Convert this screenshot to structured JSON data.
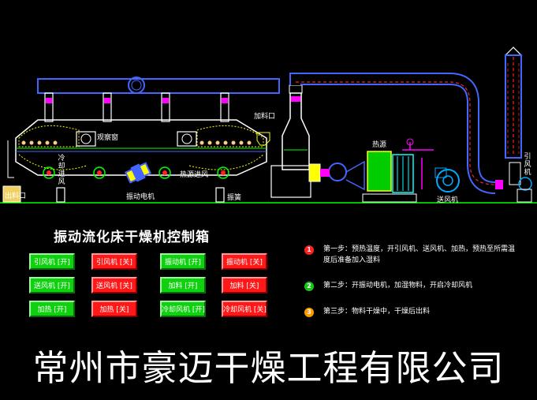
{
  "diagram": {
    "labels": {
      "observation_window": "观察窗",
      "feed_inlet": "加料口",
      "heat_source": "热源",
      "cooling_inlet": "冷却进风",
      "hot_air_inlet": "热源进风",
      "vibration_motor": "振动电机",
      "spring": "振簧",
      "discharge": "出料口",
      "blower": "送风机",
      "induced_fan": "引风机"
    }
  },
  "panel": {
    "title": "振动流化床干燥机控制箱",
    "buttons": [
      {
        "label": "引风机 [开]",
        "color": "green"
      },
      {
        "label": "引风机 [关]",
        "color": "red"
      },
      {
        "label": "振动机 [开]",
        "color": "green"
      },
      {
        "label": "振动机 [关]",
        "color": "red"
      },
      {
        "label": "送风机 [开]",
        "color": "green"
      },
      {
        "label": "送风机 [关]",
        "color": "red"
      },
      {
        "label": "加料 [开]",
        "color": "green"
      },
      {
        "label": "加料 [关]",
        "color": "red"
      },
      {
        "label": "加热 [开]",
        "color": "green"
      },
      {
        "label": "加热 [关]",
        "color": "red"
      },
      {
        "label": "冷却风机 [开]",
        "color": "green"
      },
      {
        "label": "冷却风机 [关]",
        "color": "red"
      }
    ]
  },
  "steps": [
    {
      "num": "1",
      "color": "#ff2020",
      "text": "第一步：预热温度，开引风机、送风机、加热，预热至所需温度后准备加入湿料"
    },
    {
      "num": "2",
      "color": "#18c418",
      "text": "第二步：开振动电机，加湿物料，开启冷却风机"
    },
    {
      "num": "3",
      "color": "#ff9900",
      "text": "第三步：物料干燥中，干燥后出料"
    }
  ],
  "company": "常州市豪迈干燥工程有限公司"
}
